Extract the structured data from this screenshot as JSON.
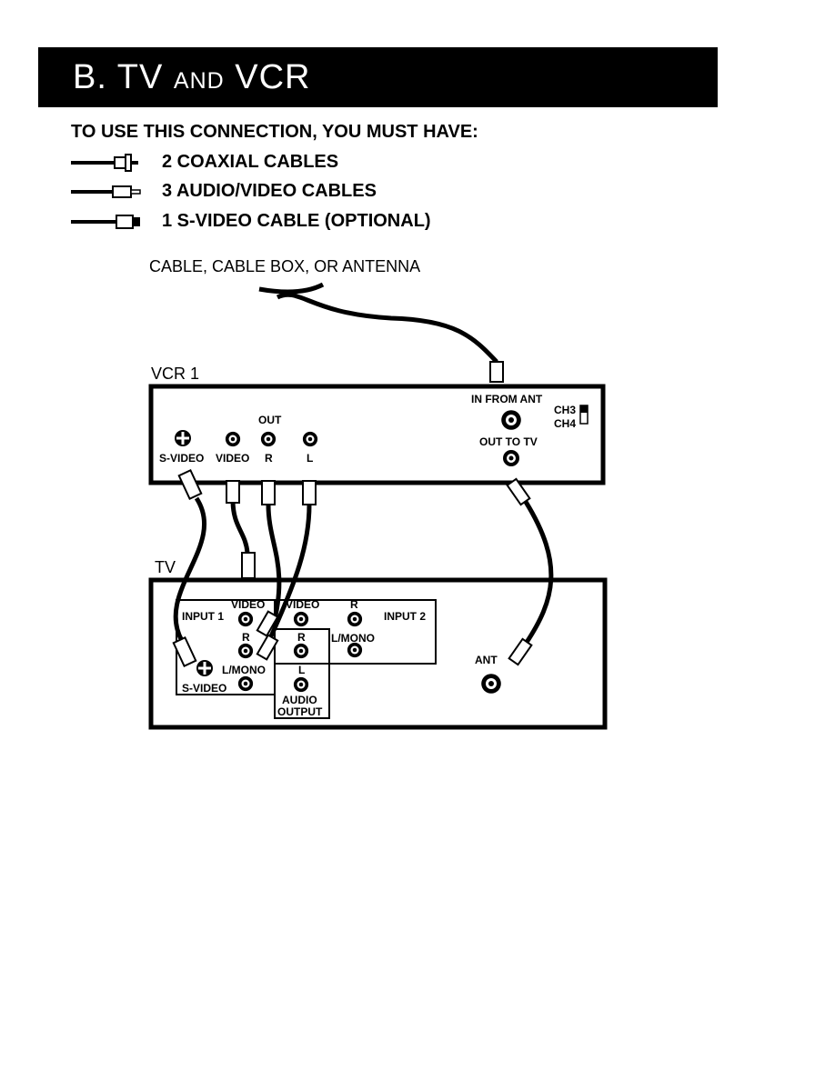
{
  "header": {
    "letter": "B.",
    "tv": "TV",
    "and": "AND",
    "vcr": "VCR"
  },
  "requirements": {
    "heading": "TO USE THIS CONNECTION, YOU MUST HAVE:",
    "items": [
      {
        "label": "2 COAXIAL CABLES",
        "icon": "coaxial-cable-icon"
      },
      {
        "label": "3 AUDIO/VIDEO CABLES",
        "icon": "av-cable-icon"
      },
      {
        "label": "1 S-VIDEO CABLE (OPTIONAL)",
        "icon": "s-video-cable-icon"
      }
    ]
  },
  "diagram": {
    "source_label": "CABLE, CABLE BOX, OR ANTENNA",
    "vcr": {
      "title": "VCR 1",
      "out_label": "OUT",
      "jacks": {
        "s_video": "S-VIDEO",
        "video": "VIDEO",
        "r": "R",
        "l": "L"
      },
      "in_from_ant": "IN FROM ANT",
      "out_to_tv": "OUT TO TV",
      "ch3": "CH3",
      "ch4": "CH4"
    },
    "tv": {
      "title": "TV",
      "input1": "INPUT 1",
      "input2": "INPUT 2",
      "video1": "VIDEO",
      "video2": "VIDEO",
      "r1": "R",
      "r2": "R",
      "r_audio": "R",
      "r_input2": "R",
      "l_mono1": "L/MONO",
      "l_mono2": "L/MONO",
      "l_audio": "L",
      "s_video": "S-VIDEO",
      "audio": "AUDIO",
      "output": "OUTPUT",
      "ant": "ANT"
    }
  }
}
